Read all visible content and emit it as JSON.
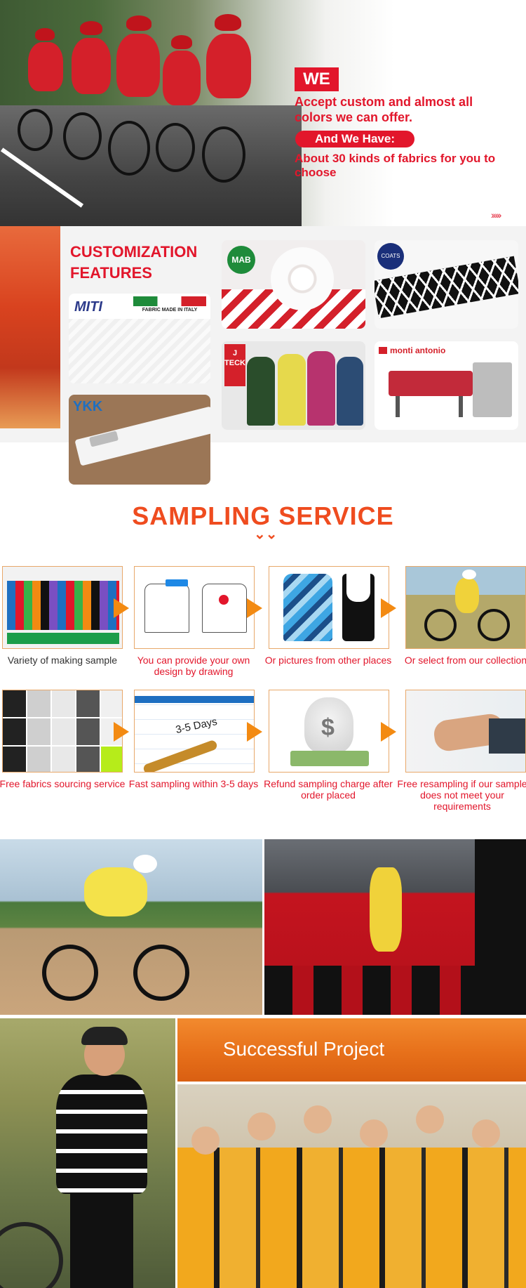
{
  "hero": {
    "we_badge": "WE",
    "we_text": "Accept custom and almost all colors we can offer.",
    "have_badge": "And We Have:",
    "have_text": "About 30 kinds of fabrics for you to choose",
    "chevrons": "›››››",
    "accent_color": "#e2162b"
  },
  "customization": {
    "title": "CUSTOMIZATION FEATURES",
    "brands": {
      "miti": "MITI",
      "miti_caption": "FABRIC MADE IN ITALY",
      "mab": "MAB",
      "coats": "COATS",
      "ykk": "YKK",
      "jteck": "J TECK",
      "monti": "monti antonio"
    }
  },
  "sampling": {
    "title": "SAMPLING SERVICE",
    "chevron": "⌄⌄",
    "accent_color": "#ef4c1f",
    "steps": [
      {
        "caption": "Variety of making sample"
      },
      {
        "caption": "You can provide your own design by drawing"
      },
      {
        "caption": "Or pictures from other places"
      },
      {
        "caption": "Or select from our collection"
      },
      {
        "caption": "Free fabrics sourcing service"
      },
      {
        "caption": "Fast sampling within 3-5 days",
        "label": "3-5 Days"
      },
      {
        "caption": "Refund sampling charge after order placed"
      },
      {
        "caption": "Free resampling if our sample does not meet your requirements"
      }
    ]
  },
  "projects": {
    "banner": "Successful Project"
  }
}
